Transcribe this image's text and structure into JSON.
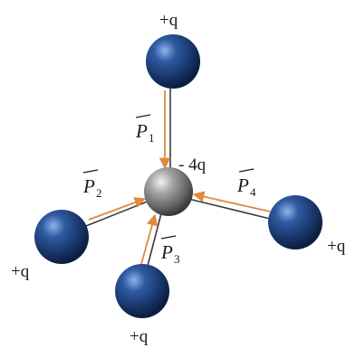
{
  "central_charge": {
    "label": "- 4q"
  },
  "outer_charges": [
    {
      "id": "top",
      "label": "+q"
    },
    {
      "id": "left",
      "label": "+q"
    },
    {
      "id": "bottom",
      "label": "+q"
    },
    {
      "id": "right",
      "label": "+q"
    }
  ],
  "vectors": [
    {
      "symbol": "P",
      "subscript": "1"
    },
    {
      "symbol": "P",
      "subscript": "2"
    },
    {
      "symbol": "P",
      "subscript": "3"
    },
    {
      "symbol": "P",
      "subscript": "4"
    }
  ],
  "colors": {
    "outer_sphere": "#1f3f7a",
    "central_sphere": "#8a8a8a",
    "arrow": "#e08a3c",
    "bond": "#3a3a3a"
  }
}
